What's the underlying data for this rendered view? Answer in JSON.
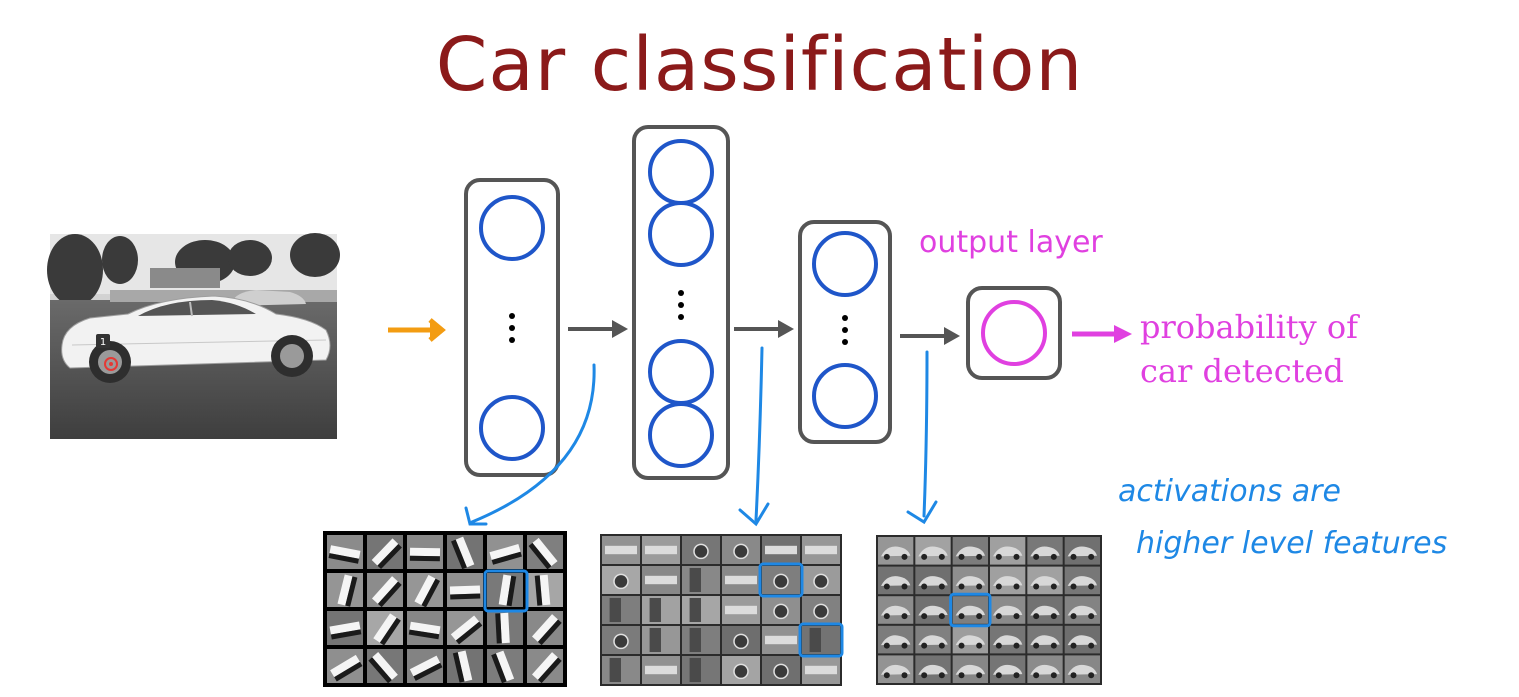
{
  "title": "Car classification",
  "input_image": {
    "depicts": "car-photo",
    "badge_number": "1"
  },
  "layers": [
    {
      "kind": "hidden",
      "shows_ellipsis": true
    },
    {
      "kind": "hidden",
      "shows_ellipsis": true
    },
    {
      "kind": "hidden",
      "shows_ellipsis": true
    },
    {
      "kind": "output",
      "shows_ellipsis": false
    }
  ],
  "labels": {
    "output_layer": "output layer",
    "probability_line1": "probability of",
    "probability_line2": "car detected"
  },
  "annotation": {
    "line1": "activations are",
    "line2": "higher level features"
  },
  "feature_grids": [
    {
      "name": "edge-features",
      "rows": 4,
      "cols": 6
    },
    {
      "name": "part-features",
      "rows": 5,
      "cols": 6
    },
    {
      "name": "car-features",
      "rows": 5,
      "cols": 6
    }
  ],
  "colors": {
    "title": "#8b1a1a",
    "neuron": "#1f56c9",
    "output_neuron": "#e040e0",
    "input_arrow": "#f39c12",
    "layer_arrow": "#555555",
    "handwriting": "#1e88e5",
    "layer_box": "#555555"
  }
}
